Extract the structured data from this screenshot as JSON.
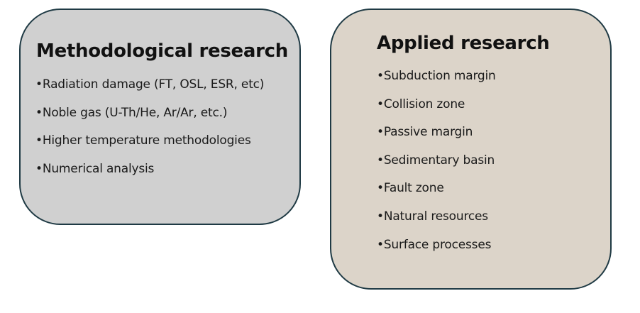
{
  "boxes": {
    "methodological": {
      "title": "Methodological research",
      "items": [
        "Radiation damage (FT, OSL, ESR, etc)",
        "Noble gas (U-Th/He, Ar/Ar, etc.)",
        "Higher temperature methodologies",
        "Numerical analysis"
      ]
    },
    "applied": {
      "title": "Applied research",
      "items": [
        "Subduction margin",
        "Collision zone",
        "Passive margin",
        "Sedimentary basin",
        "Fault zone",
        "Natural resources",
        "Surface processes"
      ]
    }
  },
  "bullet": "•",
  "colors": {
    "methodological_fill": "#d0d0d0",
    "applied_fill": "#dcd4c9",
    "border": "#1f3a44",
    "text": "#111111"
  }
}
